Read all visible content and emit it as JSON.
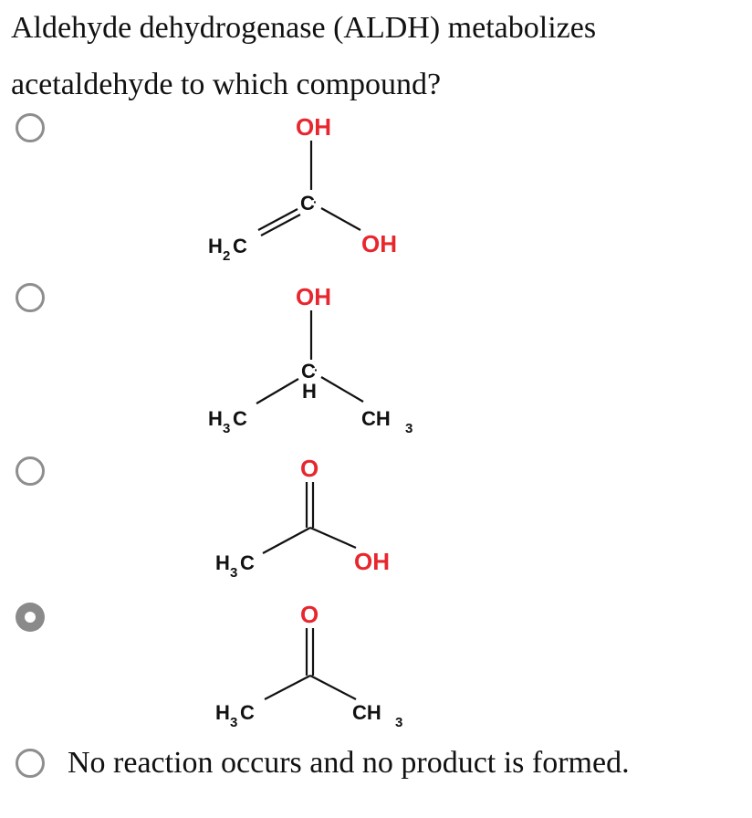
{
  "question": {
    "line1": "Aldehyde dehydrogenase (ALDH) metabolizes",
    "line2": "acetaldehyde to which compound?"
  },
  "options": [
    {
      "selected": false,
      "labels": {
        "top_oh": "OH",
        "center": "C",
        "left_h": "H",
        "left_sub": "2",
        "left_c": "C",
        "right_oh": "OH"
      }
    },
    {
      "selected": false,
      "labels": {
        "top_oh": "OH",
        "center": "C",
        "center_h": "H",
        "left_h": "H",
        "left_sub": "3",
        "left_c": "C",
        "right_ch": "CH",
        "right_sub": "3"
      }
    },
    {
      "selected": false,
      "labels": {
        "top_o": "O",
        "left_h": "H",
        "left_sub": "3",
        "left_c": "C",
        "right_oh": "OH"
      }
    },
    {
      "selected": true,
      "labels": {
        "top_o": "O",
        "left_h": "H",
        "left_sub": "3",
        "left_c": "C",
        "right_ch": "CH",
        "right_sub": "3"
      }
    },
    {
      "selected": false,
      "text": "No reaction occurs and no product is formed."
    }
  ],
  "colors": {
    "heteroatom": "#e8262e",
    "radio_border": "#8e8e8e",
    "radio_selected": "#8a8a8a"
  }
}
